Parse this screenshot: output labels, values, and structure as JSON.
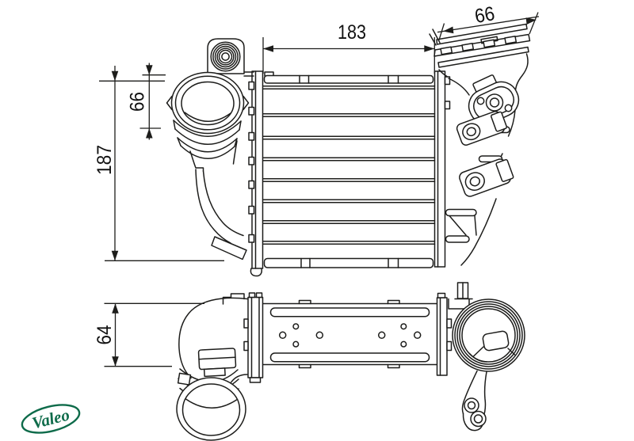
{
  "page": {
    "background": "#ffffff"
  },
  "drawing": {
    "subject": "Intercooler (charge air cooler) technical line drawing, front view and bottom view",
    "line_color": "#1d1d1b"
  },
  "dimensions": {
    "core_width": "183",
    "outlet_flange_width": "66",
    "inlet_port_height": "66",
    "overall_height": "187",
    "bottom_depth": "64"
  },
  "brand": {
    "name": "Valeo",
    "color": "#0e6b4a"
  }
}
